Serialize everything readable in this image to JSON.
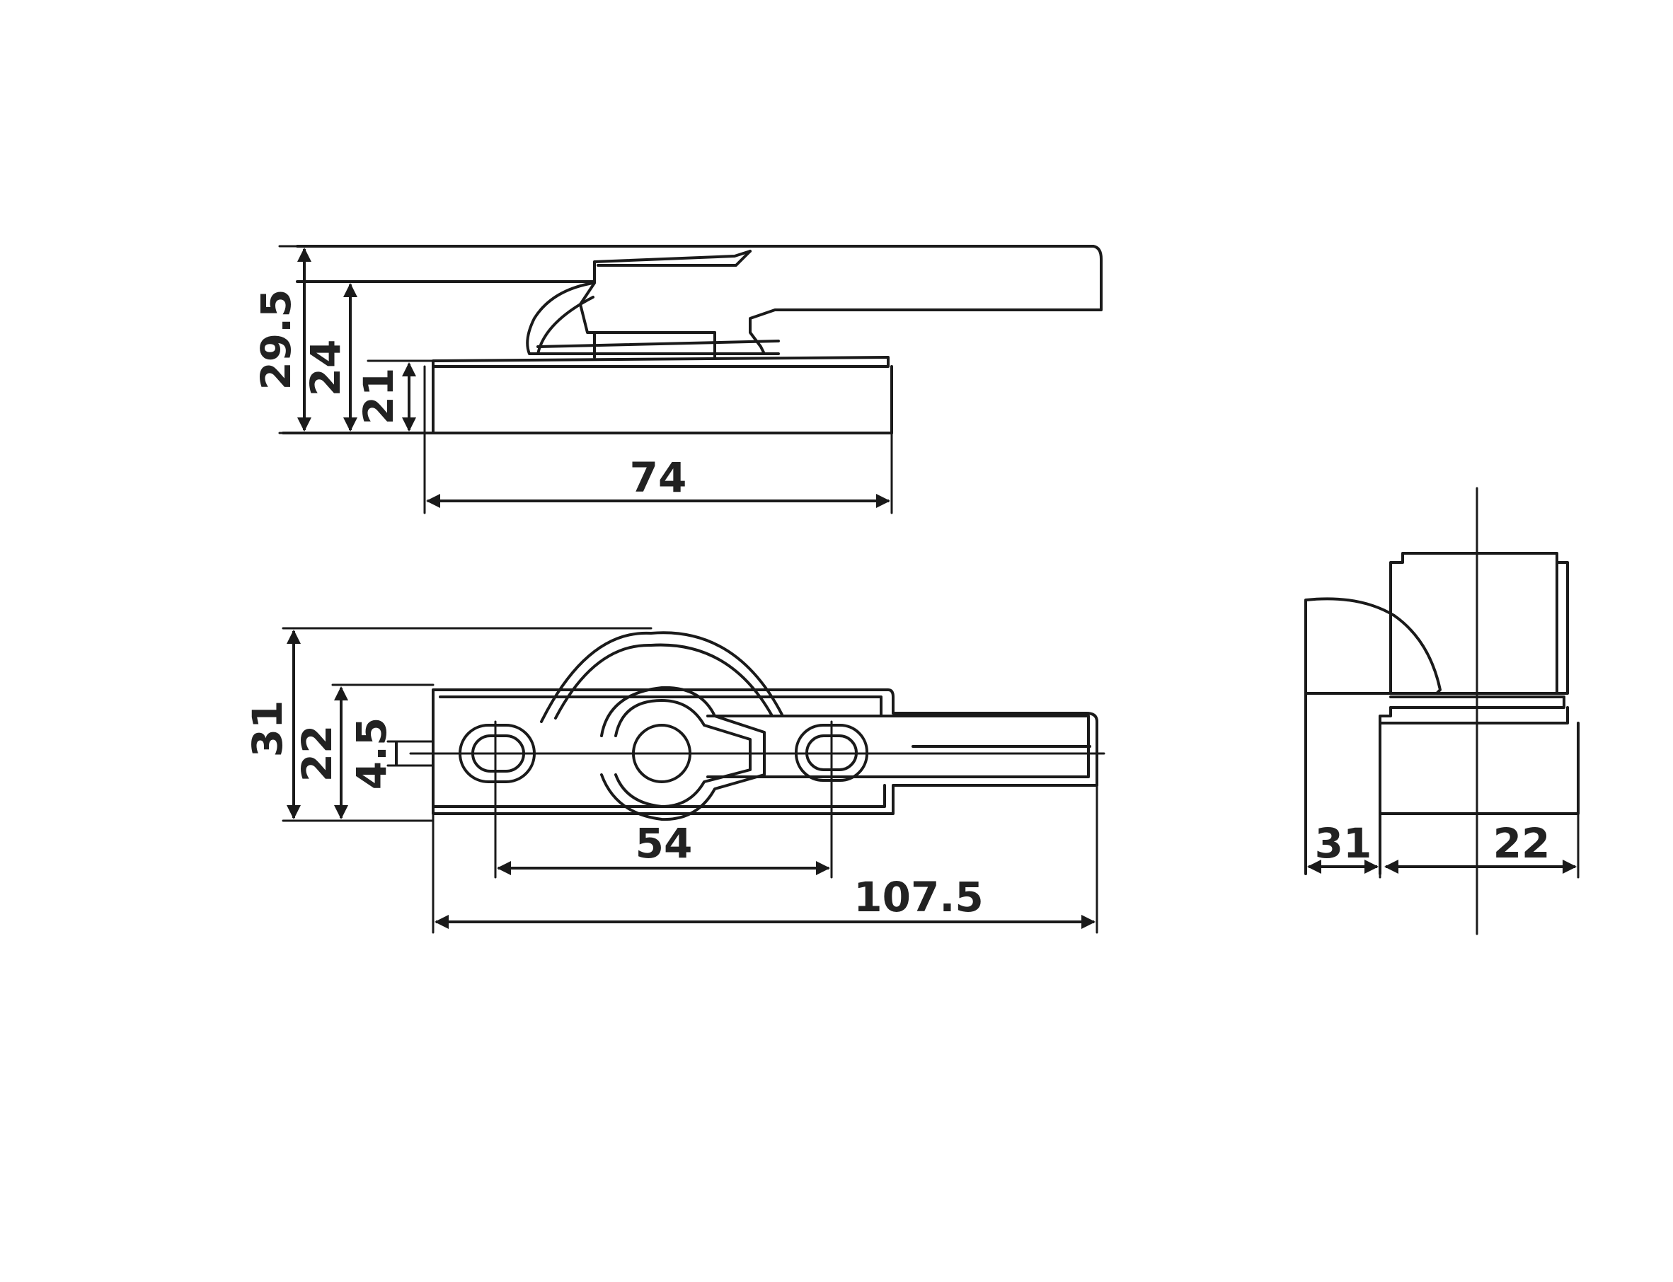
{
  "dimensions": {
    "side_view": {
      "overall_height": "29.5",
      "handle_height": "24",
      "base_height": "21",
      "base_length": "74"
    },
    "top_view": {
      "overall_width": "31",
      "body_width": "22",
      "slot_width": "4.5",
      "hole_spacing": "54",
      "overall_length": "107.5"
    },
    "end_view": {
      "left_width": "31",
      "right_width": "22"
    }
  }
}
